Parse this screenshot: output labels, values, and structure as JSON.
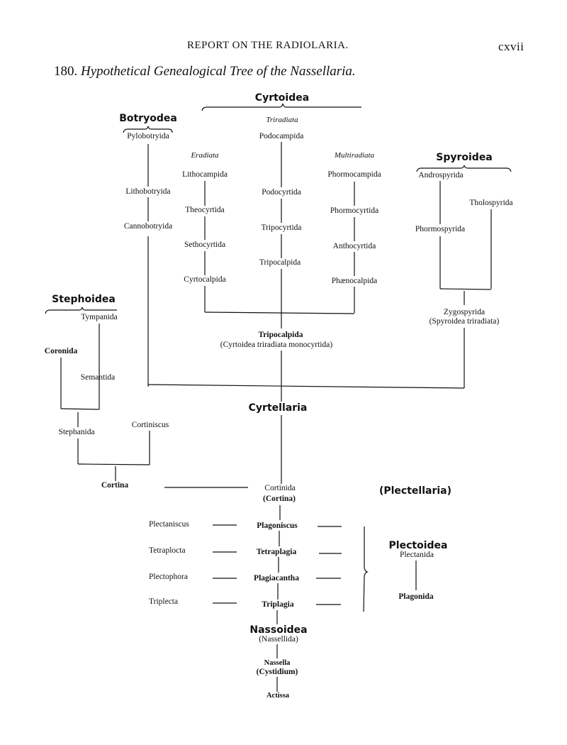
{
  "page": {
    "running_head": "REPORT ON THE RADIOLARIA.",
    "page_number": "cxvii",
    "figure_number": "180.",
    "figure_title": "Hypothetical Genealogical Tree of the Nassellaria."
  },
  "tree": {
    "cyrtoidea": {
      "group": "Cyrtoidea",
      "triradiata": "Triradiata",
      "eradiata": "Eradiata",
      "multiradiata": "Multiradiata",
      "podocampida": "Podocampida",
      "podocyrtida": "Podocyrtida",
      "tripocyrtida": "Tripocyrtida",
      "tripocalpida_upper": "Tripocalpida",
      "lithocampida": "Lithocampida",
      "theocyrtida": "Theocyrtida",
      "sethocyrtida": "Sethocyrtida",
      "cyrtocalpida": "Cyrtocalpida",
      "phormocampida": "Phormocampida",
      "phormocyrtida": "Phormocyrtida",
      "anthocyrtida": "Anthocyrtida",
      "phaenocalpida": "Phænocalpida",
      "tripocalpida": "Tripocalpida",
      "tripocalpida_note": "(Cyrtoidea triradiata monocyrtida)"
    },
    "botryodea": {
      "group": "Botryodea",
      "pylobotryida": "Pylobotryida",
      "lithobotryida": "Lithobotryida",
      "cannobotryida": "Cannobotryida"
    },
    "spyroidea": {
      "group": "Spyroidea",
      "androspyrida": "Androspyrida",
      "tholospyrida": "Tholospyrida",
      "phormospyrida": "Phormospyrida",
      "zygospyrida": "Zygospyrida",
      "zygospyrida_note": "(Spyroidea triradiata)"
    },
    "stephoidea": {
      "group": "Stephoidea",
      "tympanida": "Tympanida",
      "coronida": "Coronida",
      "semantida": "Semantida",
      "stephanida": "Stephanida",
      "cortiniscus": "Cortiniscus",
      "cortina": "Cortina"
    },
    "cyrtellaria": "Cyrtellaria",
    "cortinida": "Cortinida",
    "cortinida_note": "(Cortina)",
    "plectellaria": "(Plectellaria)",
    "plectoidea": {
      "group": "Plectoidea",
      "plectanida": "Plectanida",
      "plagonida": "Plagonida"
    },
    "left_column": [
      "Plectaniscus",
      "Tetraplocta",
      "Plectophora",
      "Triplecta"
    ],
    "center_column": [
      "Plagoniscus",
      "Tetraplagia",
      "Plagiacantha",
      "Triplagia"
    ],
    "nassoidea": {
      "group": "Nassoidea",
      "note": "(Nassellida)",
      "nassella": "Nassella",
      "nassella_note": "(Cystidium)",
      "actissa": "Actissa"
    }
  }
}
